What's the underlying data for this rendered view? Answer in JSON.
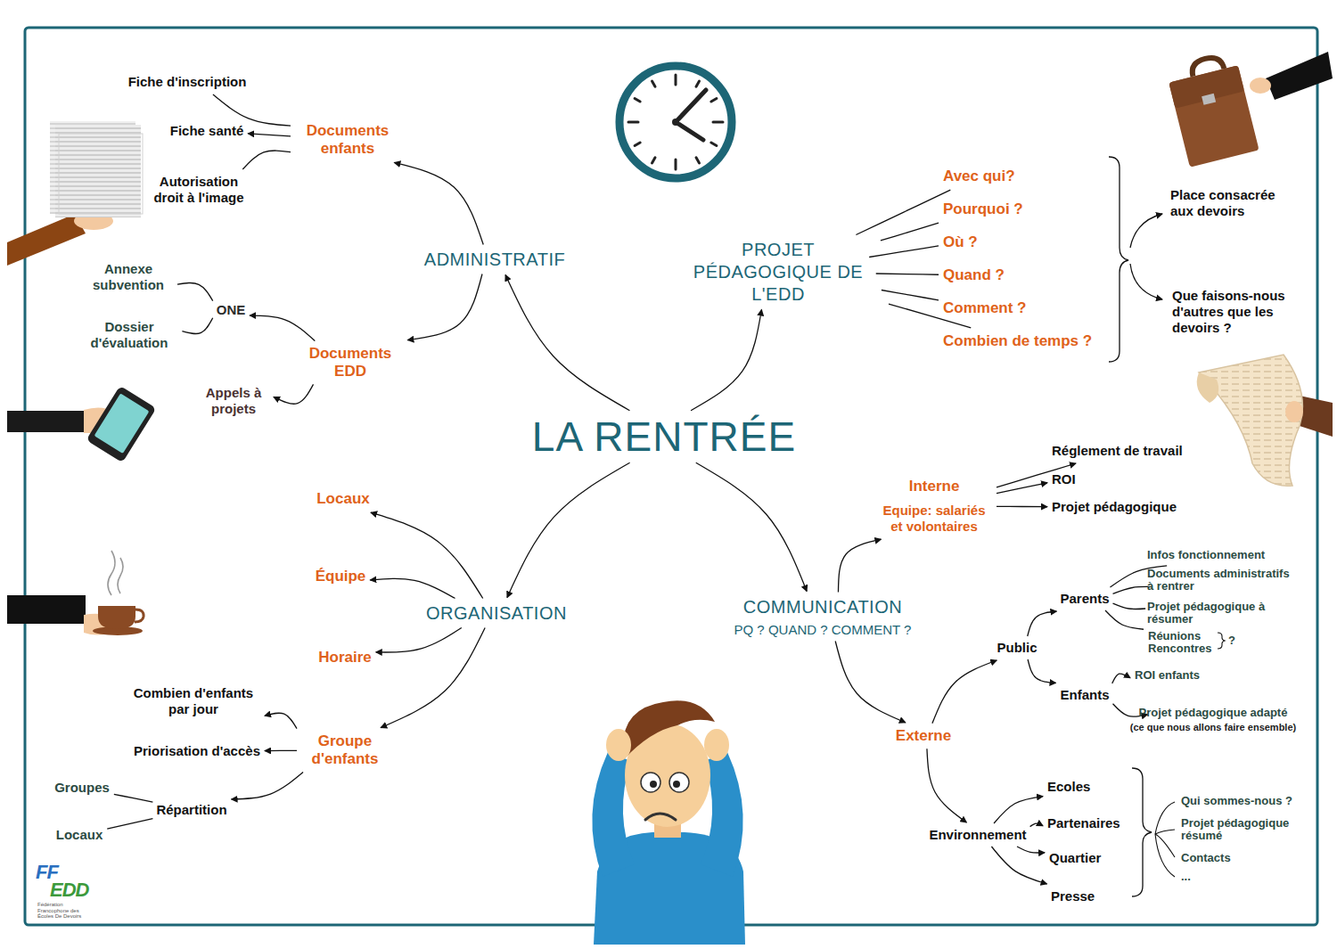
{
  "diagram": {
    "nodes": [
      {
        "text": [
          "LA RENTRÉE"
        ]
      },
      {
        "text": [
          "ADMINISTRATIF"
        ]
      },
      {
        "text": [
          "Documents enfants"
        ]
      },
      {
        "text": [
          "Fiche d'inscription"
        ]
      },
      {
        "text": [
          "Fiche santé"
        ]
      },
      {
        "text": [
          "Autorisation droit à l'image"
        ]
      },
      {
        "text": [
          "Documents EDD"
        ]
      },
      {
        "text": [
          "ONE"
        ]
      },
      {
        "text": [
          "Annexe subvention"
        ]
      },
      {
        "text": [
          "Dossier d'évaluation"
        ]
      },
      {
        "text": [
          "Appels à projets"
        ]
      },
      {
        "text": [
          "PROJET PÉDAGOGIQUE DE L'EDD"
        ]
      },
      {
        "text": [
          "Avec qui?"
        ]
      },
      {
        "text": [
          "Pourquoi ?"
        ]
      },
      {
        "text": [
          "Où ?"
        ]
      },
      {
        "text": [
          "Quand ?"
        ]
      },
      {
        "text": [
          "Comment ?"
        ]
      },
      {
        "text": [
          "Combien de temps ?"
        ]
      },
      {
        "text": [
          "Place consacrée aux devoirs"
        ]
      },
      {
        "text": [
          "Que faisons-nous d'autres que les devoirs ?"
        ]
      },
      {
        "text": [
          "ORGANISATION"
        ]
      },
      {
        "text": [
          "Locaux"
        ]
      },
      {
        "text": [
          "Équipe"
        ]
      },
      {
        "text": [
          "Horaire"
        ]
      },
      {
        "text": [
          "Groupe d'enfants"
        ]
      },
      {
        "text": [
          "Combien d'enfants par jour"
        ]
      },
      {
        "text": [
          "Priorisation d'accès"
        ]
      },
      {
        "text": [
          "Répartition"
        ]
      },
      {
        "text": [
          "Groupes"
        ]
      },
      {
        "text": [
          "Locaux"
        ]
      },
      {
        "text": [
          "COMMUNICATION",
          "PQ ? QUAND ? COMMENT ?"
        ]
      },
      {
        "text": [
          "Interne",
          "Equipe: salariés et volontaires"
        ]
      },
      {
        "text": [
          "Réglement de travail"
        ]
      },
      {
        "text": [
          "ROI"
        ]
      },
      {
        "text": [
          "Projet pédagogique"
        ]
      },
      {
        "text": [
          "Externe"
        ]
      },
      {
        "text": [
          "Public"
        ]
      },
      {
        "text": [
          "Parents"
        ]
      },
      {
        "text": [
          "Infos fonctionnement"
        ]
      },
      {
        "text": [
          "Documents administratifs à rentrer"
        ]
      },
      {
        "text": [
          "Projet pédagogique à résumer"
        ]
      },
      {
        "text": [
          "Réunions Rencontres"
        ]
      },
      {
        "text": [
          "Enfants"
        ]
      },
      {
        "text": [
          "ROI enfants"
        ]
      },
      {
        "text": [
          "Projet pédagogique adapté",
          "(ce que nous allons faire ensemble)"
        ]
      },
      {
        "text": [
          "Environnement"
        ]
      },
      {
        "text": [
          "Ecoles"
        ]
      },
      {
        "text": [
          "Partenaires"
        ]
      },
      {
        "text": [
          "Quartier"
        ]
      },
      {
        "text": [
          "Presse"
        ]
      },
      {
        "text": [
          "Qui sommes-nous ?"
        ]
      },
      {
        "text": [
          "Projet pédagogique résumé"
        ]
      },
      {
        "text": [
          "Contacts"
        ]
      },
      {
        "text": [
          "..."
        ]
      }
    ],
    "edges": [
      {
        "from": 0,
        "to": 1,
        "arrow": "to"
      },
      {
        "from": 0,
        "to": 11,
        "arrow": "to"
      },
      {
        "from": 0,
        "to": 20,
        "arrow": "to"
      },
      {
        "from": 0,
        "to": 30,
        "arrow": "to"
      },
      {
        "from": 1,
        "to": 2,
        "arrow": "to"
      },
      {
        "from": 1,
        "to": 6,
        "arrow": "to"
      },
      {
        "from": 2,
        "to": 3,
        "arrow": "none"
      },
      {
        "from": 2,
        "to": 4,
        "arrow": "to"
      },
      {
        "from": 2,
        "to": 5,
        "arrow": "none"
      },
      {
        "from": 6,
        "to": 7,
        "arrow": "to"
      },
      {
        "from": 6,
        "to": 10,
        "arrow": "to"
      },
      {
        "from": 7,
        "to": 8,
        "arrow": "none"
      },
      {
        "from": 7,
        "to": 9,
        "arrow": "none"
      },
      {
        "from": 11,
        "to": 12,
        "arrow": "none"
      },
      {
        "from": 11,
        "to": 13,
        "arrow": "none"
      },
      {
        "from": 11,
        "to": 14,
        "arrow": "none"
      },
      {
        "from": 11,
        "to": 15,
        "arrow": "none"
      },
      {
        "from": 11,
        "to": 16,
        "arrow": "none"
      },
      {
        "from": 11,
        "to": 17,
        "arrow": "none"
      },
      {
        "from": 20,
        "to": 21,
        "arrow": "to"
      },
      {
        "from": 20,
        "to": 22,
        "arrow": "to"
      },
      {
        "from": 20,
        "to": 23,
        "arrow": "to"
      },
      {
        "from": 20,
        "to": 24,
        "arrow": "to"
      },
      {
        "from": 24,
        "to": 25,
        "arrow": "to"
      },
      {
        "from": 24,
        "to": 26,
        "arrow": "to"
      },
      {
        "from": 24,
        "to": 27,
        "arrow": "to"
      },
      {
        "from": 27,
        "to": 28,
        "arrow": "none"
      },
      {
        "from": 27,
        "to": 29,
        "arrow": "none"
      },
      {
        "from": 30,
        "to": 31,
        "arrow": "to"
      },
      {
        "from": 30,
        "to": 35,
        "arrow": "to"
      },
      {
        "from": 31,
        "to": 32,
        "arrow": "to"
      },
      {
        "from": 31,
        "to": 33,
        "arrow": "to"
      },
      {
        "from": 31,
        "to": 34,
        "arrow": "to"
      },
      {
        "from": 35,
        "to": 36,
        "arrow": "to"
      },
      {
        "from": 36,
        "to": 37,
        "arrow": "to"
      },
      {
        "from": 36,
        "to": 42,
        "arrow": "to"
      },
      {
        "from": 37,
        "to": 38,
        "arrow": "none"
      },
      {
        "from": 37,
        "to": 39,
        "arrow": "none"
      },
      {
        "from": 37,
        "to": 40,
        "arrow": "none"
      },
      {
        "from": 37,
        "to": 41,
        "arrow": "none"
      },
      {
        "from": 42,
        "to": 43,
        "arrow": "to"
      },
      {
        "from": 42,
        "to": 44,
        "arrow": "to"
      },
      {
        "from": 35,
        "to": 45,
        "arrow": "to"
      },
      {
        "from": 45,
        "to": 46,
        "arrow": "to"
      },
      {
        "from": 45,
        "to": 47,
        "arrow": "to"
      },
      {
        "from": 45,
        "to": 48,
        "arrow": "to"
      },
      {
        "from": 45,
        "to": 49,
        "arrow": "to"
      }
    ],
    "labels": [
      "?",
      "FF",
      "EDD",
      "Fédération Francophone des Écoles De Devoirs"
    ]
  }
}
